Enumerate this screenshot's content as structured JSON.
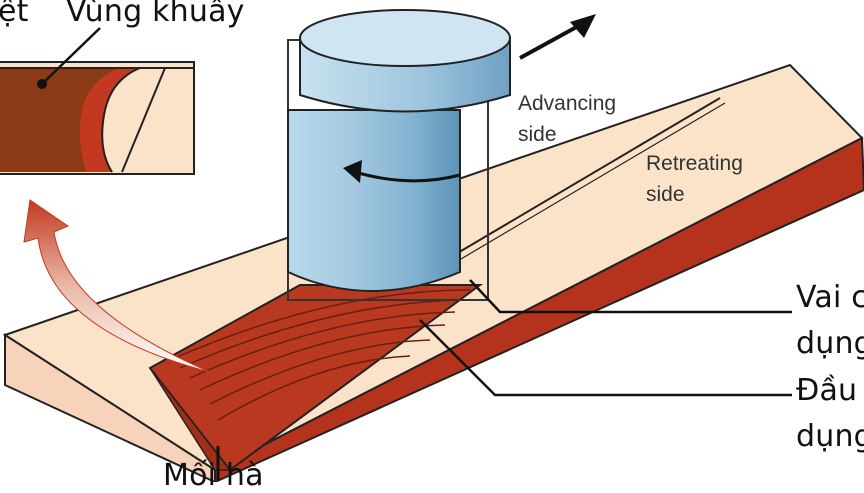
{
  "labels": {
    "top_left": "ệt",
    "stir_zone": "Vùng khuấy",
    "advancing": [
      "Advancing",
      "side"
    ],
    "retreating": [
      "Retreating",
      "side"
    ],
    "shoulder": [
      "Vai c",
      "dụng"
    ],
    "pin": [
      "Đầu",
      "dụng"
    ],
    "weld": "Mối hà"
  },
  "colors": {
    "plate_top": "#fbe3c9",
    "plate_edge": "#b5331c",
    "weld_zone": "#b8391f",
    "weld_dark": "#7a2a18",
    "tool": "#9fc6de",
    "arrow": "#c2391f"
  },
  "icons": [
    "travel-direction-arrow",
    "rotation-arrow",
    "weld-flow-arrow"
  ]
}
